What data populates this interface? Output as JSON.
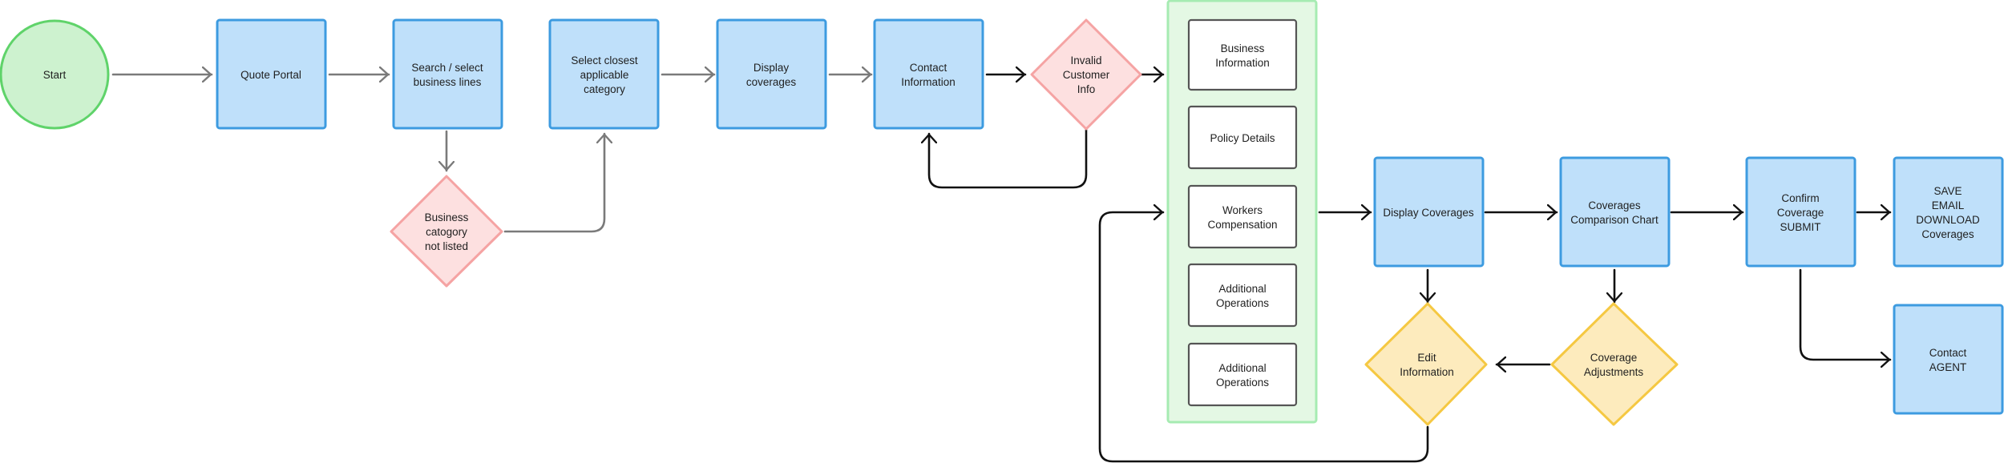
{
  "nodes": {
    "start": [
      "Start"
    ],
    "quote_portal": [
      "Quote Portal"
    ],
    "search_select": [
      "Search / select",
      "business lines"
    ],
    "business_not_listed": [
      "Business",
      "catogory",
      "not listed"
    ],
    "select_closest": [
      "Select closest",
      "applicable",
      "category"
    ],
    "display_coverages_1": [
      "Display",
      "coverages"
    ],
    "contact_information": [
      "Contact",
      "Information"
    ],
    "invalid_customer_info": [
      "Invalid",
      "Customer",
      "Info"
    ],
    "business_information": [
      "Business",
      "Information"
    ],
    "policy_details": [
      "Policy Details"
    ],
    "workers_compensation": [
      "Workers",
      "Compensation"
    ],
    "additional_operations_1": [
      "Additional",
      "Operations"
    ],
    "additional_operations_2": [
      "Additional",
      "Operations"
    ],
    "display_coverages_2": [
      "Display Coverages"
    ],
    "coverages_comparison": [
      "Coverages",
      "Comparison Chart"
    ],
    "confirm_coverage": [
      "Confirm",
      "Coverage",
      "SUBMIT"
    ],
    "save_email_download": [
      "SAVE",
      "EMAIL",
      "DOWNLOAD",
      "Coverages"
    ],
    "edit_information": [
      "Edit",
      "Information"
    ],
    "coverage_adjustments": [
      "Coverage",
      "Adjustments"
    ],
    "contact_agent": [
      "Contact",
      "AGENT"
    ]
  },
  "colors": {
    "start_fill": "#cdf2cf",
    "start_stroke": "#5fd36a",
    "process_fill": "#bfe0fa",
    "process_stroke": "#3d9be0",
    "error_fill": "#fde0e0",
    "error_stroke": "#f5a3a3",
    "decision_fill": "#fdebbd",
    "decision_stroke": "#f5c842",
    "group_fill": "#e4f8e4",
    "group_stroke": "#a6ebb2",
    "sub_fill": "#ffffff",
    "sub_stroke": "#555555",
    "arrow_gray": "#7a7a7a",
    "arrow_dark": "#111111"
  }
}
